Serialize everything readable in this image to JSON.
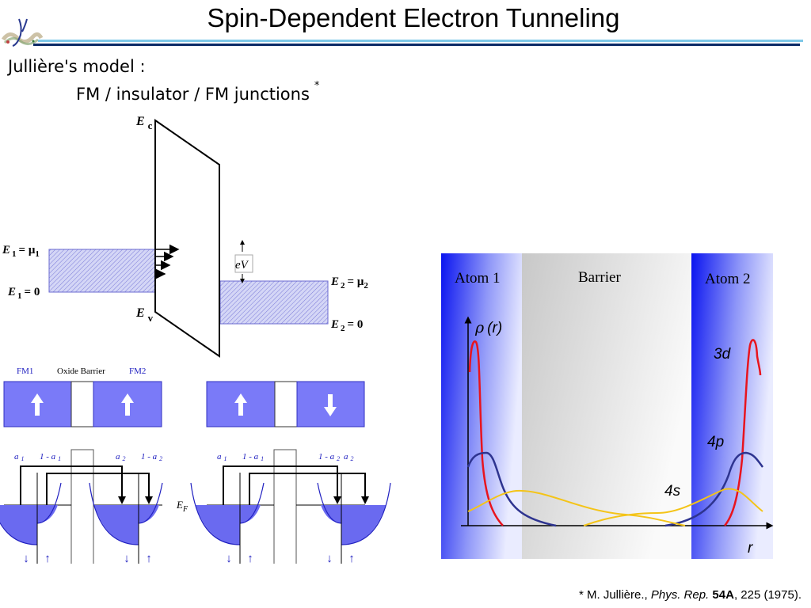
{
  "slide": {
    "title": "Spin-Dependent Electron Tunneling",
    "heading": "Jullière's model :",
    "subheading": "FM / insulator / FM junctions",
    "subheading_marker": "*",
    "logo_icon": "institution-logo-icon"
  },
  "band_diagram": {
    "ec_label": "E",
    "ec_sub": "c",
    "ev_label": "E",
    "ev_sub": "v",
    "e1_top_label": "E",
    "e1_top_sub": "1",
    "e1_top_rhs": "= μ",
    "e1_top_rhs_sub": "1",
    "e1_bot_label": "E",
    "e1_bot_sub": "1",
    "e1_bot_rhs": "= 0",
    "e2_top_label": "E",
    "e2_top_sub": "2",
    "e2_top_rhs": "= μ",
    "e2_top_rhs_sub": "2",
    "e2_bot_label": "E",
    "e2_bot_sub": "2",
    "e2_bot_rhs": "= 0",
    "bias_label": "eV",
    "fill_color": "#c8ccf4",
    "hatch_color": "#6a6ad0"
  },
  "junctions": {
    "labels": {
      "fm1": "FM1",
      "barrier": "Oxide Barrier",
      "fm2": "FM2"
    },
    "parallel": {
      "left_spin": "↑",
      "right_spin": "↑"
    },
    "antiparallel": {
      "left_spin": "↑",
      "right_spin": "↓"
    },
    "block_color": "#7a7af8",
    "label_color": "#2020c0"
  },
  "dos_diagrams": {
    "fermi_label": "E",
    "fermi_sub": "F",
    "parallel": {
      "labels": [
        "a",
        "1",
        "1 - a",
        "1",
        "a",
        "2",
        "1 - a",
        "2"
      ],
      "spins": [
        "↓",
        "↑",
        "↓",
        "↑"
      ]
    },
    "antiparallel": {
      "labels": [
        "a",
        "1",
        "1 - a",
        "1",
        "1 - a",
        "2",
        "a",
        "2"
      ],
      "spins": [
        "↓",
        "↑",
        "↓",
        "↑"
      ]
    },
    "fill_color": "#6a6af0"
  },
  "orbital_plot": {
    "regions": [
      "Atom 1",
      "Barrier",
      "Atom 2"
    ],
    "y_label_rho": "ρ",
    "y_label_r": "(r)",
    "x_label": "r",
    "curves": [
      {
        "name": "3d",
        "color": "#e8141e"
      },
      {
        "name": "4p",
        "color": "#2e3490"
      },
      {
        "name": "4s",
        "color": "#f4c418"
      }
    ]
  },
  "footnote": {
    "prefix": "* M. Jullière., ",
    "journal": "Phys. Rep.",
    "volume": "54A",
    "rest": ", 225 (1975)."
  }
}
